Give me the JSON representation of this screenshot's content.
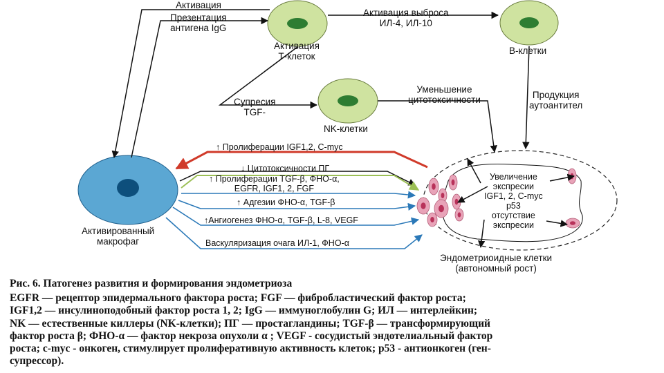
{
  "nodes": {
    "t_cells": "Активация\nТ-клеток",
    "nk_cells": "NK-клетки",
    "b_cells": "В-клетки",
    "macrophage": "Активированный\nмакрофаг",
    "endometrial": "Эндометриоидные клетки\n(автономный рост)"
  },
  "labels": {
    "activation": "Активация",
    "antigen": "Презентация\nантигена IgG",
    "release": "Активация выброса\nИЛ-4, ИЛ-10",
    "suppression": "Супресия\nTGF-",
    "cytotox_decrease": "Уменьшение\nцитотоксичности",
    "autoantibodies": "Продукция\nаутоантител",
    "expression": "Увеличение\nэкспресии\nIGF1, 2, C-myc\np53\nотсутствие\nэкспресии"
  },
  "arrows": [
    {
      "arrow": "↑",
      "text": "Пролиферации IGF1,2, C-myc"
    },
    {
      "arrow": "↓",
      "text": "Цитотоксичности ПГ"
    },
    {
      "arrow": "↑",
      "text": "Пролиферации TGF-β, ФНО-α,\nEGFR, IGF1, 2, FGF"
    },
    {
      "arrow": "↑",
      "text": "Адгезии ФНО-α, TGF-β"
    },
    {
      "arrow": "↑",
      "text": "Ангиогенез ФНО-α, TGF-β, L-8, VEGF"
    },
    {
      "arrow": "",
      "text": "Васкуляризация очага ИЛ-1, ФНО-α"
    }
  ],
  "caption": {
    "title": "Рис. 6. Патогенез развития и формирования эндометриоза",
    "lines": [
      "EGFR — рецептор эпидермального фактора роста; FGF — фибробластический фактор роста;",
      "IGF1,2 — инсулиноподобный фактор роста 1, 2; IgG — иммуноглобулин G; ИЛ — интерлейкин;",
      "NK — естественные киллеры (NK-клетки); ПГ — простагландины; TGF-β — трансформирующий",
      "фактор роста β; ФНО-α — фактор некроза опухоли α ; VEGF - сосудистый эндотелиальный фактор",
      "роста; c-myc - онкоген, стимулирует пролиферативную активность клеток; p53 - антионкоген (ген-",
      "супрессор)."
    ]
  },
  "colors": {
    "cell_green": "#cfe3a0",
    "nucleus_green": "#2e7d32",
    "macrophage_blue": "#5ba7d3",
    "macrophage_nucleus": "#0d4f7c",
    "red_arrow": "#d03a2a",
    "green_arrow": "#9cbf55",
    "blue_arrow": "#2b79b8",
    "pink_cell": "#e8a3b8"
  }
}
